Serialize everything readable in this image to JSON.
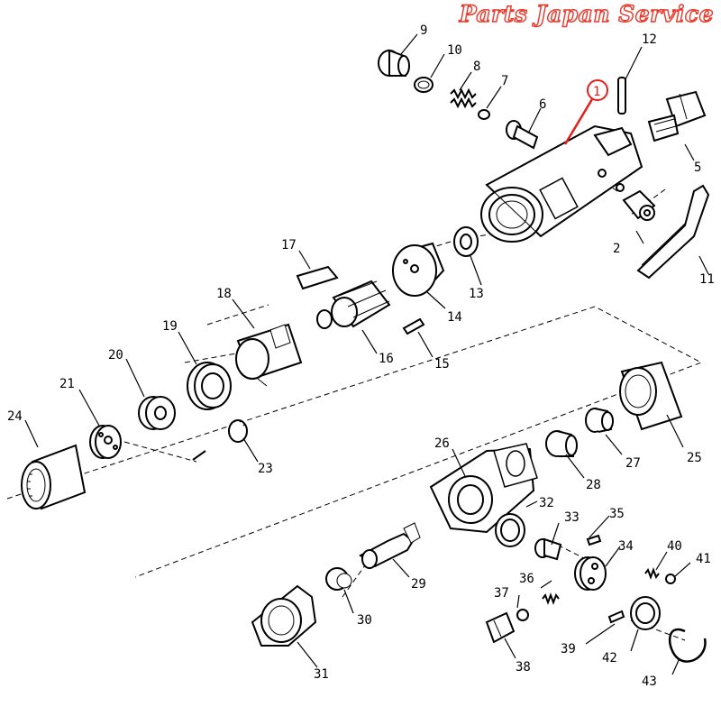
{
  "brand": {
    "text": "Parts Japan Service",
    "color": "#e8392c"
  },
  "diagram": {
    "highlight_color": "#e0201a",
    "highlighted_part": "1",
    "parts": [
      "1",
      "2",
      "5",
      "6",
      "7",
      "8",
      "9",
      "10",
      "11",
      "12",
      "13",
      "14",
      "15",
      "16",
      "17",
      "18",
      "19",
      "20",
      "21",
      "23",
      "24",
      "25",
      "26",
      "27",
      "28",
      "29",
      "30",
      "31",
      "32",
      "33",
      "34",
      "35",
      "36",
      "37",
      "38",
      "39",
      "40",
      "41",
      "42",
      "43"
    ]
  }
}
